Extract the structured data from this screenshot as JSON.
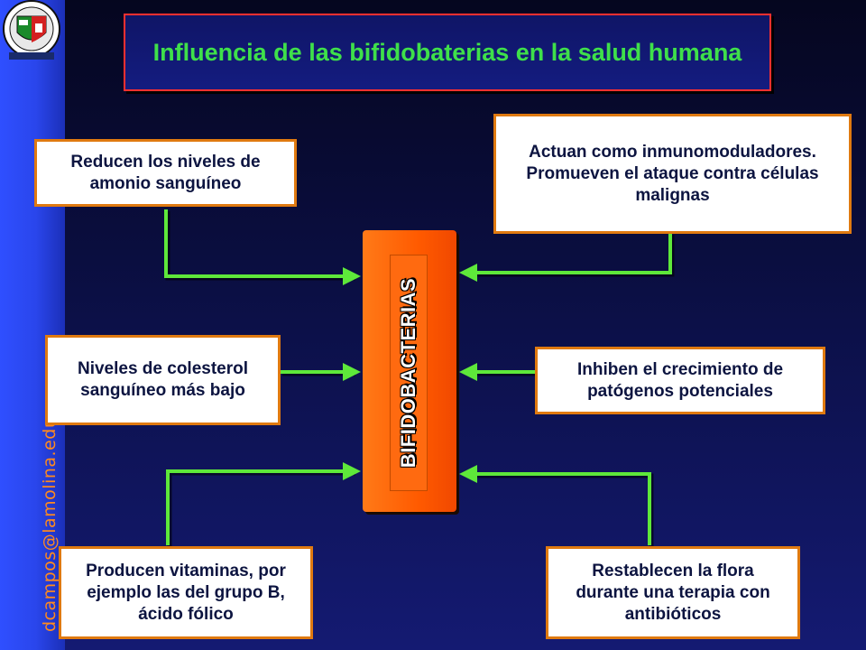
{
  "title": "Influencia de las bifidobaterias en la salud humana",
  "center_label": "BIFIDOBACTERIAS",
  "email": "dcampos@lamolina.edu.pe",
  "boxes": {
    "ammonia": "Reducen los niveles de amonio sanguíneo",
    "immuno": "Actuan como inmunomoduladores. Promueven el ataque contra células malignas",
    "cholesterol": "Niveles de colesterol sanguíneo más bajo",
    "pathogens": "Inhiben el crecimiento de patógenos potenciales",
    "vitamins": "Producen vitaminas, por ejemplo las del grupo B, ácido fólico",
    "flora": "Restablecen la flora durante una terapia con antibióticos"
  },
  "colors": {
    "title_text": "#3fe04a",
    "title_border": "#ff3030",
    "box_border": "#e07a10",
    "center_fill": "#ff5a00",
    "connector": "#5ee83a",
    "side_bar": "#2f4fff",
    "email_text": "#ff8a1e"
  },
  "icons": {
    "crest": "university-crest-icon"
  }
}
